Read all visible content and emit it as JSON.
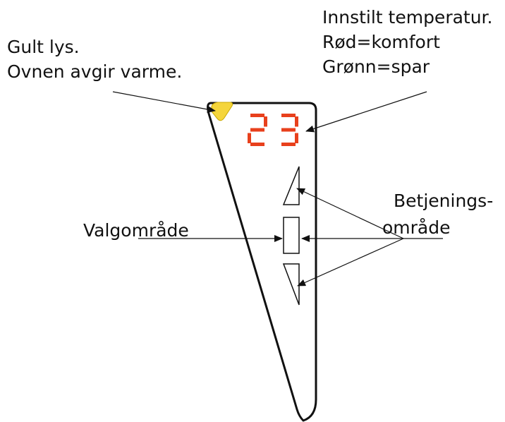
{
  "labels": {
    "yellow_light": {
      "line1": "Gult lys.",
      "line2": "Ovnen avgir varme."
    },
    "set_temperature": {
      "line1": "Innstilt temperatur.",
      "line2": "Rød=komfort",
      "line3": "Grønn=spar"
    },
    "selection_area": {
      "prefix": "Valgo",
      "suffix": "mråde"
    },
    "control_area": {
      "line1": "Betjenings-",
      "line2_prefix": "o",
      "line2_suffix": "mråde"
    }
  },
  "display": {
    "digits": "23",
    "digit_color": "#e8401c"
  },
  "colors": {
    "indicator_light": "#f5d53b",
    "indicator_light_stroke": "#c9a800",
    "outline": "#111111",
    "background": "#ffffff"
  },
  "icons": {
    "up": "triangle-up-icon",
    "select": "select-rectangle-icon",
    "down": "triangle-down-icon",
    "light": "yellow-indicator-icon"
  }
}
